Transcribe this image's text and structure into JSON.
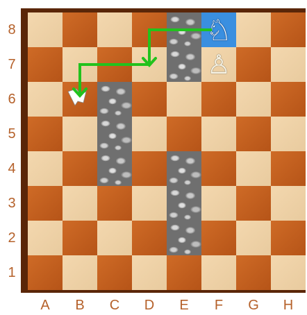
{
  "board": {
    "files": [
      "A",
      "B",
      "C",
      "D",
      "E",
      "F",
      "G",
      "H"
    ],
    "ranks": [
      "8",
      "7",
      "6",
      "5",
      "4",
      "3",
      "2",
      "1"
    ],
    "colors": {
      "light": "#f2d3a5",
      "dark": "#c45d1b",
      "frame": "#5a2608",
      "label": "#b5612a",
      "arrow": "#22c21d",
      "knight_highlight": "#3a8fe0"
    },
    "walls": [
      "c6",
      "c5",
      "c4",
      "e8",
      "e7",
      "e4",
      "e3",
      "e2"
    ],
    "pieces": [
      {
        "square": "f8",
        "type": "knight",
        "color": "white",
        "icon": "knight-icon",
        "highlighted": true
      },
      {
        "square": "f7",
        "type": "pawn",
        "color": "white",
        "icon": "pawn-icon",
        "highlighted": false
      }
    ],
    "target": {
      "square": "b6",
      "icon": "flag-icon"
    },
    "path": [
      "f8",
      "d8",
      "d7",
      "b7",
      "b6"
    ]
  }
}
